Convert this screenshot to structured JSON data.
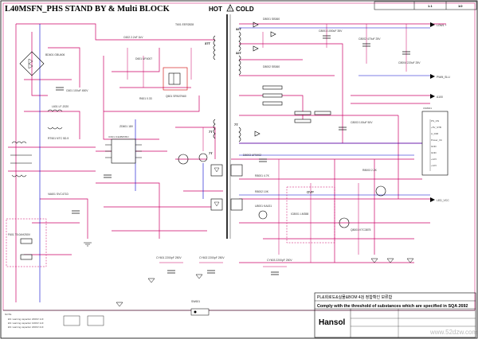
{
  "title": "L40MSFN_PHS STAND BY & Multi BLOCK",
  "hot_label": "HOT",
  "cold_label": "COLD",
  "title_block": {
    "rev_label": "1.1",
    "sheet_label": "1/2",
    "company": "Hansol",
    "notice_kr": "PL&회로도&실물&BOM 4검 정합확인 보류함",
    "compliance": "Comply with the threshold of substances which are specified in SQA 2692"
  },
  "outputs": {
    "out1": "LOW1 +",
    "out2": "PWM_SLU",
    "out3": "A100",
    "out4": "LED_VCC"
  },
  "winding_labels": [
    "37T",
    "32T",
    "32T",
    "7T",
    "7T",
    "7T"
  ],
  "blocks": {
    "ic_left": "IC601 ICE3B0565J",
    "ovp": "OVP",
    "conn": "CN8001",
    "opto": "PC8001"
  },
  "notes": [
    "NOTE",
    "ES: warning capacitor 2000V 1nF",
    "ES: warning capacitor 1000V 1nF",
    "ES: warning capacitor 2000V 2nF"
  ],
  "watermark": "www.52dzw.com",
  "part_labels": [
    {
      "id": "BD601",
      "t": "BD601 GBU406"
    },
    {
      "id": "C601",
      "t": "C601 100uF 450V"
    },
    {
      "id": "T601",
      "t": "T601 EER2828"
    },
    {
      "id": "Q601",
      "t": "Q601 SPA07N60"
    },
    {
      "id": "R601",
      "t": "R601 0.33"
    },
    {
      "id": "D601",
      "t": "D601 UF4007"
    },
    {
      "id": "C602",
      "t": "C602 2.2nF 1kV"
    },
    {
      "id": "ZD601",
      "t": "ZD601 18V"
    },
    {
      "id": "D8001",
      "t": "D8001 SB360"
    },
    {
      "id": "C8001",
      "t": "C8001 1000uF 35V"
    },
    {
      "id": "D8002",
      "t": "D8002 SB360"
    },
    {
      "id": "C8002",
      "t": "C8002 470uF 25V"
    },
    {
      "id": "U8001",
      "t": "U8001 KA431"
    },
    {
      "id": "Q8001",
      "t": "Q8001 KTC3875"
    },
    {
      "id": "L601",
      "t": "L601 LF-2020"
    },
    {
      "id": "F601",
      "t": "F601 T5.0AH250V"
    },
    {
      "id": "RT601",
      "t": "RT601 NTC 5D-9"
    },
    {
      "id": "VA601",
      "t": "VA601 SVC471D"
    },
    {
      "id": "CY601",
      "t": "CY601 2200pF 250V"
    },
    {
      "id": "CY602",
      "t": "CY602 2200pF 250V"
    },
    {
      "id": "CY603",
      "t": "CY603 2200pF 250V"
    },
    {
      "id": "DB1",
      "t": "D8003 UF5402"
    },
    {
      "id": "C8003",
      "t": "C8003 100uF 50V"
    },
    {
      "id": "C8004",
      "t": "C8004 220uF 25V"
    },
    {
      "id": "R8001",
      "t": "R8001 4.7K"
    },
    {
      "id": "R8002",
      "t": "R8002 10K"
    },
    {
      "id": "R8003",
      "t": "R8003 2.2K"
    },
    {
      "id": "IC8001",
      "t": "IC8001 LM358"
    },
    {
      "id": "SW",
      "t": "SW601"
    }
  ]
}
